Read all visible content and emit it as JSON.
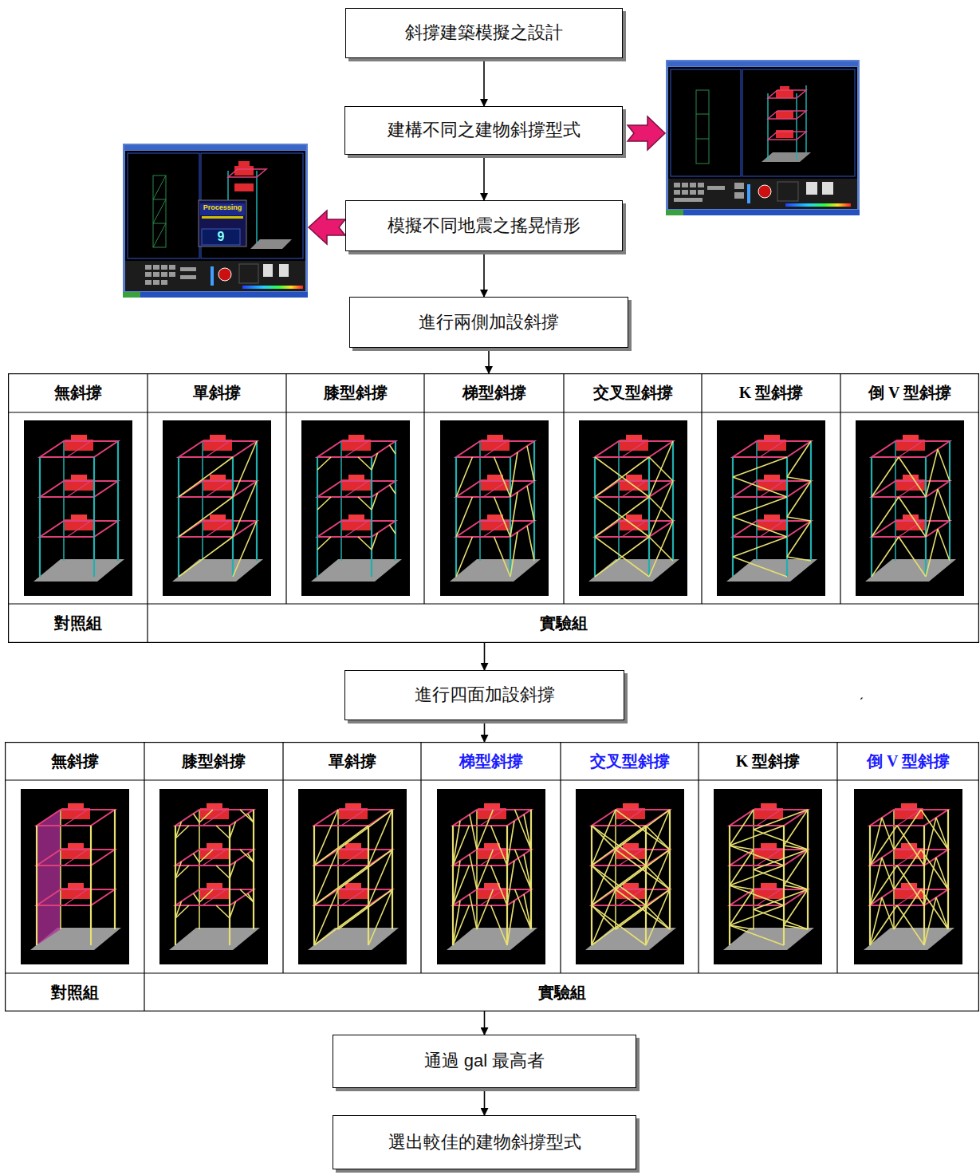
{
  "diagram": {
    "nodes": [
      {
        "text": [
          "斜撐建築模擬之設計"
        ]
      },
      {
        "text": [
          "建構不同之建物斜撐型式"
        ]
      },
      {
        "text": [
          "模擬不同地震之搖晃情形"
        ]
      },
      {
        "text": [
          "進行兩側加設斜撐"
        ]
      },
      {
        "text": [
          "無斜撐",
          "單斜撐",
          "膝型斜撐",
          "梯型斜撐",
          "交叉型斜撐",
          "K 型斜撐",
          "倒 V 型斜撐",
          "對照組",
          "實驗組"
        ]
      },
      {
        "text": [
          "進行四面加設斜撐"
        ]
      },
      {
        "text": [
          "無斜撐",
          "膝型斜撐",
          "單斜撐",
          "梯型斜撐",
          "交叉型斜撐",
          "K 型斜撐",
          "倒 V 型斜撐",
          "對照組",
          "實驗組"
        ]
      },
      {
        "text": [
          "通過 gal 最高者"
        ]
      },
      {
        "text": [
          "選出較佳的建物斜撐型式"
        ]
      }
    ],
    "edges": [
      {
        "from": 0,
        "to": 1,
        "arrow": "to"
      },
      {
        "from": 1,
        "to": 2,
        "arrow": "to"
      },
      {
        "from": 2,
        "to": 3,
        "arrow": "to"
      },
      {
        "from": 3,
        "to": 4,
        "arrow": "to"
      },
      {
        "from": 4,
        "to": 5,
        "arrow": "to"
      },
      {
        "from": 5,
        "to": 6,
        "arrow": "to"
      },
      {
        "from": 6,
        "to": 7,
        "arrow": "to"
      },
      {
        "from": 7,
        "to": 8,
        "arrow": "to"
      }
    ],
    "labels": [
      "Processing",
      "9",
      "ˏ"
    ]
  }
}
